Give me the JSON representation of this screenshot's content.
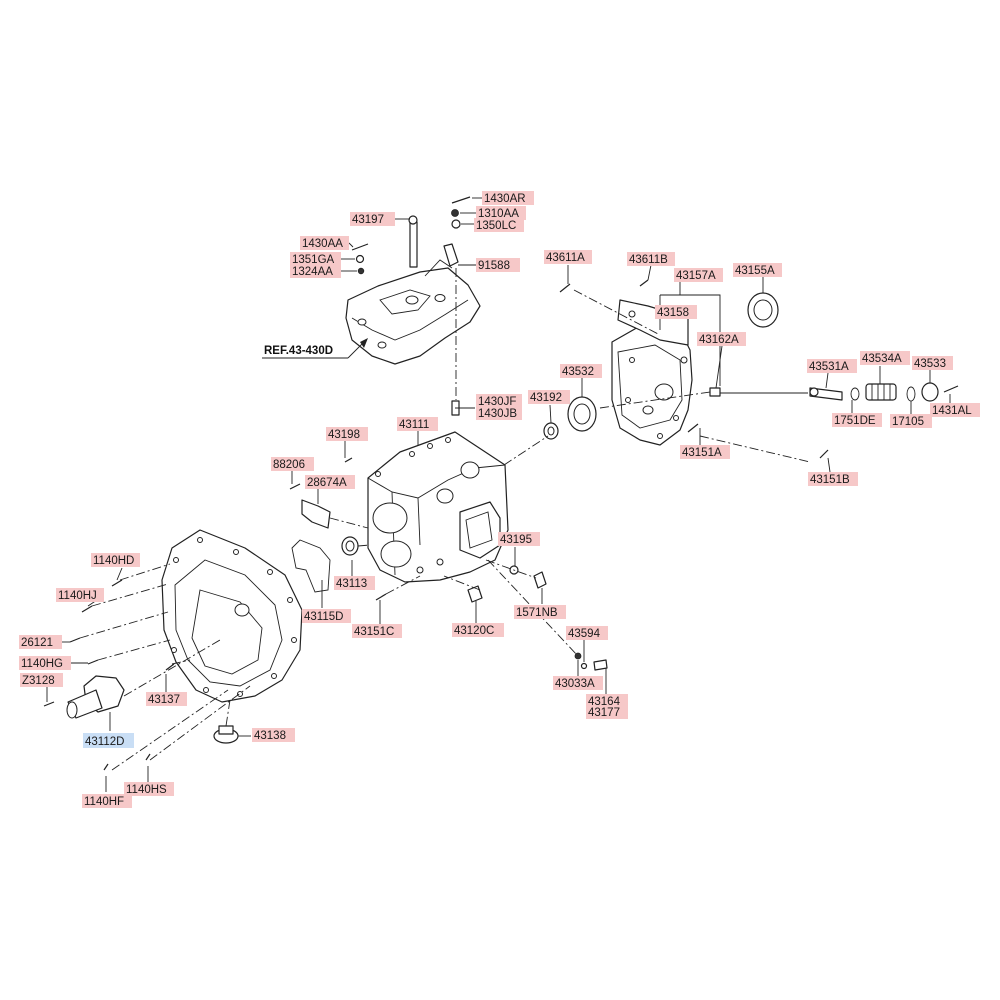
{
  "diagram": {
    "reference_label": "REF.43-430D",
    "colors": {
      "label_background": "#f6c8c8",
      "highlight_background": "#c9def5",
      "line": "#222222"
    },
    "parts": [
      {
        "id": "p-1430AR",
        "code": "1430AR",
        "highlight": false
      },
      {
        "id": "p-1310AA",
        "code": "1310AA",
        "highlight": false
      },
      {
        "id": "p-1350LC",
        "code": "1350LC",
        "highlight": false
      },
      {
        "id": "p-43197",
        "code": "43197",
        "highlight": false
      },
      {
        "id": "p-1430AA",
        "code": "1430AA",
        "highlight": false
      },
      {
        "id": "p-1351GA",
        "code": "1351GA",
        "highlight": false
      },
      {
        "id": "p-1324AA",
        "code": "1324AA",
        "highlight": false
      },
      {
        "id": "p-91588",
        "code": "91588",
        "highlight": false
      },
      {
        "id": "p-43611A",
        "code": "43611A",
        "highlight": false
      },
      {
        "id": "p-43611B",
        "code": "43611B",
        "highlight": false
      },
      {
        "id": "p-43157A",
        "code": "43157A",
        "highlight": false
      },
      {
        "id": "p-43155A",
        "code": "43155A",
        "highlight": false
      },
      {
        "id": "p-43158",
        "code": "43158",
        "highlight": false
      },
      {
        "id": "p-43162A",
        "code": "43162A",
        "highlight": false
      },
      {
        "id": "p-43531A",
        "code": "43531A",
        "highlight": false
      },
      {
        "id": "p-43534A",
        "code": "43534A",
        "highlight": false
      },
      {
        "id": "p-43533",
        "code": "43533",
        "highlight": false
      },
      {
        "id": "p-43532",
        "code": "43532",
        "highlight": false
      },
      {
        "id": "p-43192",
        "code": "43192",
        "highlight": false
      },
      {
        "id": "p-1430JF",
        "code": "1430JF",
        "highlight": false
      },
      {
        "id": "p-1430JB",
        "code": "1430JB",
        "highlight": false
      },
      {
        "id": "p-1751DE",
        "code": "1751DE",
        "highlight": false
      },
      {
        "id": "p-17105",
        "code": "17105",
        "highlight": false
      },
      {
        "id": "p-1431AL",
        "code": "1431AL",
        "highlight": false
      },
      {
        "id": "p-43198",
        "code": "43198",
        "highlight": false
      },
      {
        "id": "p-43111",
        "code": "43111",
        "highlight": false
      },
      {
        "id": "p-43151A",
        "code": "43151A",
        "highlight": false
      },
      {
        "id": "p-43151B",
        "code": "43151B",
        "highlight": false
      },
      {
        "id": "p-88206",
        "code": "88206",
        "highlight": false
      },
      {
        "id": "p-28674A",
        "code": "28674A",
        "highlight": false
      },
      {
        "id": "p-1140HD",
        "code": "1140HD",
        "highlight": false
      },
      {
        "id": "p-43195",
        "code": "43195",
        "highlight": false
      },
      {
        "id": "p-1140HJ",
        "code": "1140HJ",
        "highlight": false
      },
      {
        "id": "p-43113",
        "code": "43113",
        "highlight": false
      },
      {
        "id": "p-1571NB",
        "code": "1571NB",
        "highlight": false
      },
      {
        "id": "p-43115D",
        "code": "43115D",
        "highlight": false
      },
      {
        "id": "p-43151C",
        "code": "43151C",
        "highlight": false
      },
      {
        "id": "p-43120C",
        "code": "43120C",
        "highlight": false
      },
      {
        "id": "p-43594",
        "code": "43594",
        "highlight": false
      },
      {
        "id": "p-26121",
        "code": "26121",
        "highlight": false
      },
      {
        "id": "p-1140HG",
        "code": "1140HG",
        "highlight": false
      },
      {
        "id": "p-43033A",
        "code": "43033A",
        "highlight": false
      },
      {
        "id": "p-Z3128",
        "code": "Z3128",
        "highlight": false
      },
      {
        "id": "p-43164",
        "code": "43164",
        "highlight": false
      },
      {
        "id": "p-43177",
        "code": "43177",
        "highlight": false
      },
      {
        "id": "p-43137",
        "code": "43137",
        "highlight": false
      },
      {
        "id": "p-43112D",
        "code": "43112D",
        "highlight": true
      },
      {
        "id": "p-43138",
        "code": "43138",
        "highlight": false
      },
      {
        "id": "p-1140HF",
        "code": "1140HF",
        "highlight": false
      },
      {
        "id": "p-1140HS",
        "code": "1140HS",
        "highlight": false
      }
    ]
  }
}
